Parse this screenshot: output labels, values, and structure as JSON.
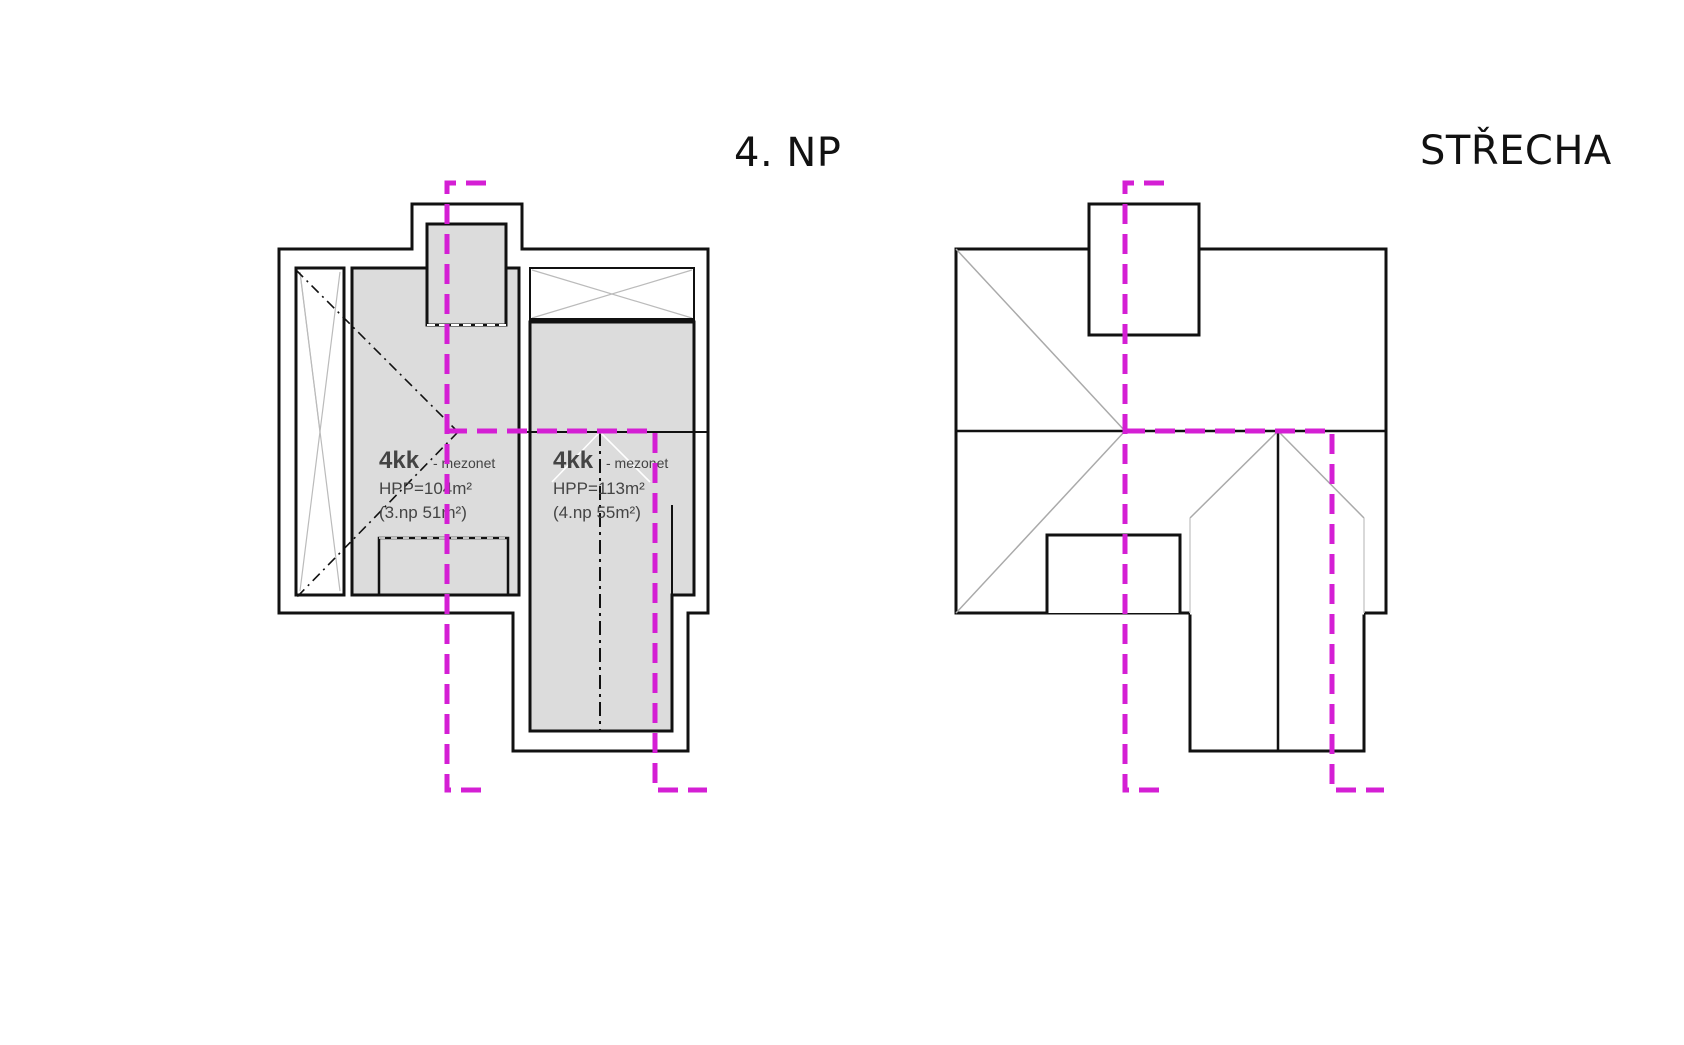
{
  "plans": [
    {
      "title": "4. NP",
      "units": [
        {
          "name": "4kk",
          "type_suffix": "- mezonet",
          "area": "HPP=104m²",
          "note": "(3.np 51m²)"
        },
        {
          "name": "4kk",
          "type_suffix": "- mezonet",
          "area": "HPP=113m²",
          "note": "(4.np 55m²)"
        }
      ]
    },
    {
      "title": "STŘECHA"
    }
  ],
  "colors": {
    "outline": "#111111",
    "room_fill": "#dcdcdc",
    "section_line": "#d41fd4",
    "hatch": "#bbbbbb"
  }
}
